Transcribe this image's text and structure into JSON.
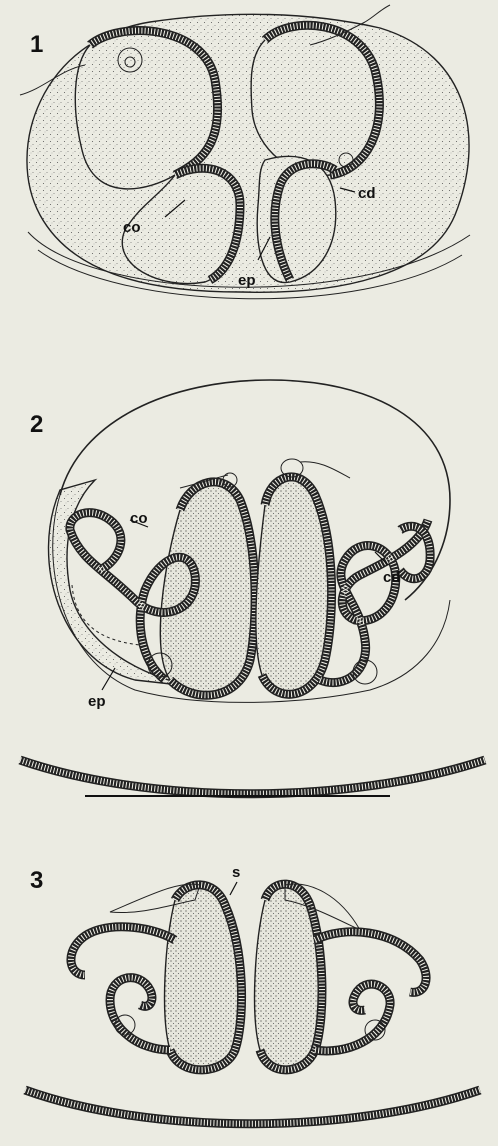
{
  "figures": [
    {
      "number": "1",
      "labels": [
        "co",
        "cd",
        "ep"
      ]
    },
    {
      "number": "2",
      "labels": [
        "co",
        "cd",
        "ep"
      ]
    },
    {
      "number": "3",
      "labels": [
        "s"
      ]
    }
  ]
}
